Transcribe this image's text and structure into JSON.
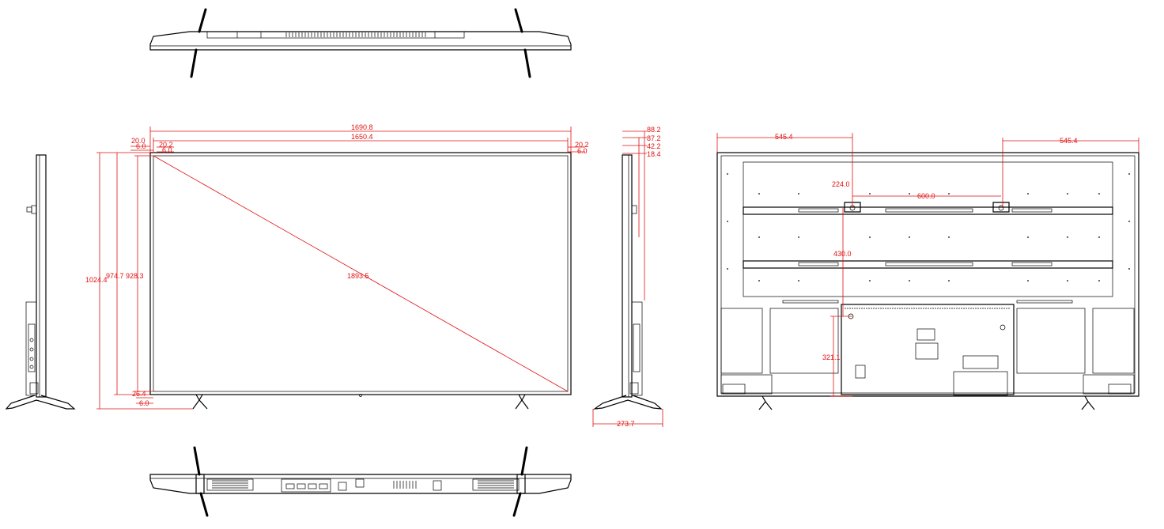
{
  "colors": {
    "outline": "#000000",
    "dimension": "#e01010",
    "background": "#ffffff"
  },
  "dimensions": {
    "overall_width": "1690.8",
    "screen_width": "1650.4",
    "diagonal": "1893.5",
    "overall_height_with_stand": "1024.4",
    "overall_height": "974.7",
    "screen_height": "928.3",
    "bezel_top_left": "20.0",
    "bezel_top_left_inner": "6.0",
    "bezel_top_mid_1": "20.2",
    "bezel_top_mid_2": "6.0",
    "bezel_right_1": "20.2",
    "bezel_right_2": "6.0",
    "bezel_bottom_1": "26.4",
    "bezel_bottom_2": "6.0",
    "side_depth_1": "88.2",
    "side_depth_2": "87.2",
    "side_depth_3": "42.2",
    "side_depth_4": "18.4",
    "stand_depth": "273.7",
    "back_left_offset": "545.4",
    "back_right_offset": "545.4",
    "vesa_horizontal": "600.0",
    "vesa_top": "224.0",
    "vesa_vertical": "430.0",
    "lower_mount": "321.1"
  }
}
